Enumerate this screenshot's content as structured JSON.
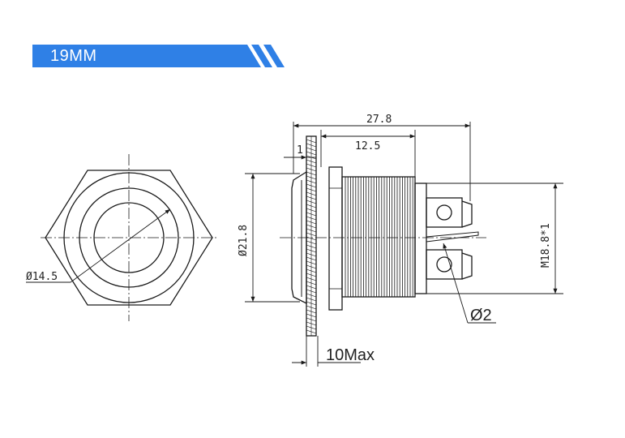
{
  "header": {
    "title": "19MM"
  },
  "colors": {
    "accent": "#2f80e6",
    "line": "#1a1a1a"
  },
  "dimensions": {
    "overall_length": "27.8",
    "body_length": "12.5",
    "flange": "1",
    "head_diameter": "Ø21.8",
    "lens_diameter": "Ø14.5",
    "thread": "M18.8*1",
    "terminal_hole": "Ø2",
    "panel_thickness": "10Max"
  }
}
